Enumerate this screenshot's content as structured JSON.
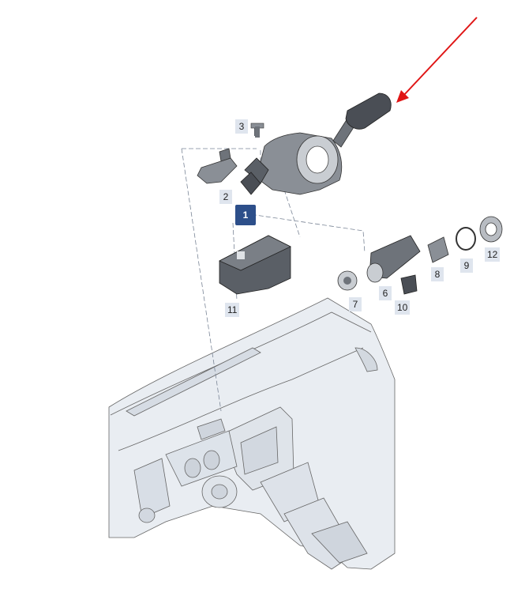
{
  "callouts": {
    "assembly": "1",
    "c2": "2",
    "c3": "3",
    "c6": "6",
    "c7": "7",
    "c8": "8",
    "c9": "9",
    "c10": "10",
    "c11": "11",
    "c12": "12"
  },
  "colors": {
    "line": "#555555",
    "fill": "#e6e9ed",
    "dash_fill": "#dde3ea",
    "part_dark": "#4a4e55",
    "part_mid": "#8a8f96",
    "badge_main": "#2d4f8a",
    "badge": "#dfe5ee",
    "arrow": "#e01515"
  },
  "icons": {
    "arrow": "red-pointer-arrow",
    "switch": "steering-column-switch-icon",
    "lock": "ignition-lock-icon"
  }
}
